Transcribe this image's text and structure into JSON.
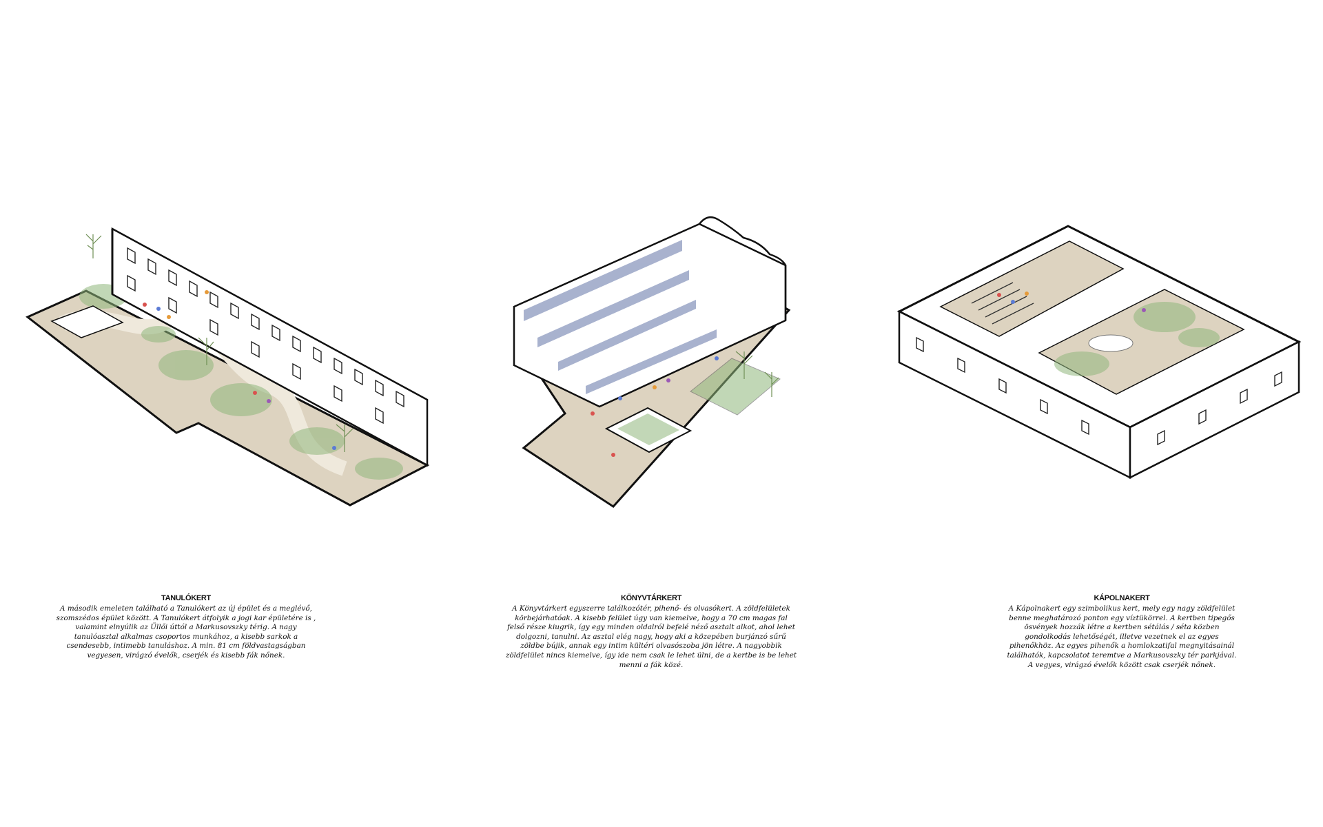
{
  "colors": {
    "ground": "#ddd3c0",
    "outline": "#111111",
    "wall": "#ffffff",
    "greenery": "#8fb77c",
    "books": "#6f7fae"
  },
  "panels": [
    {
      "title": "TANULÓKERT",
      "lines": [
        "A második emeleten található a Tanulókert az új épület és a meglévő,",
        "szomszédos épület között. A Tanulókert átfolyik a jogi kar épületére is ,",
        "valamint elnyúlik az Üllői úttól a Markusovszky térig. A nagy",
        "tanulóasztal alkalmas csoportos munkához, a kisebb sarkok a",
        "csendesebb, intimebb tanuláshoz. A min. 81 cm földvastagságban",
        "vegyesen, virágzó évelők, cserjék és kisebb fák nőnek."
      ]
    },
    {
      "title": "KÖNYVTÁRKERT",
      "lines": [
        "A Könyvtárkert egyszerre találkozótér, pihenő- és olvasókert. A zöldfelületek",
        "körbejárhatóak. A kisebb felület úgy van kiemelve, hogy a 70 cm magas fal",
        "felső része kiugrik, így egy minden oldalról befelé néző asztalt alkot, ahol lehet",
        "dolgozni, tanulni. Az asztal elég nagy, hogy aki a közepében burjánzó sűrű",
        "zöldbe bújik, annak egy intim kültéri olvasószoba jön létre. A nagyobbik",
        "zöldfelület nincs kiemelve, így ide nem csak le lehet ülni, de a kertbe is be lehet",
        "menni a fák közé."
      ]
    },
    {
      "title": "KÁPOLNAKERT",
      "lines": [
        "A Kápolnakert egy szimbolikus kert, mely egy nagy zöldfelület",
        "benne meghatározó ponton egy víztükörrel. A kertben tipegős",
        "ösvények hozzák létre a kertben sétálás / séta közben",
        "gondolkodás lehetőségét, illetve vezetnek el az egyes",
        "pihenőkhöz. Az egyes pihenők a homlokzatifal megnyitásainál",
        "találhatók, kapcsolatot teremtve a Markusovszky tér parkjával.",
        "A vegyes, virágzó évelők között csak cserjék nőnek."
      ]
    }
  ]
}
